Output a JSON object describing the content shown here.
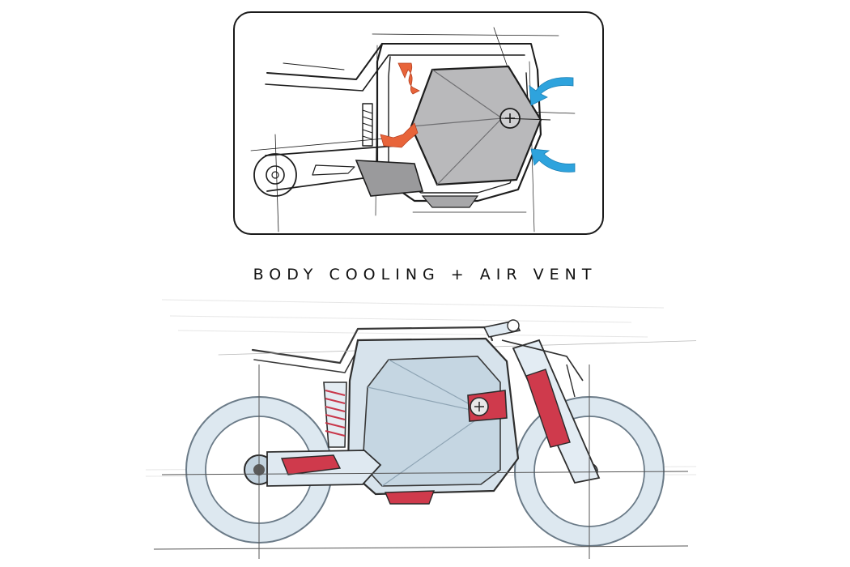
{
  "caption": "BODY COOLING + AIR VENT",
  "detail_view": {
    "hot_air_arrows": 2,
    "cool_air_arrows": 2,
    "icons": [
      "battery-plus-icon"
    ]
  },
  "colors": {
    "hot_air": "#e8643a",
    "cool_air": "#2ea3dd",
    "battery_fill": "#b9b9bb",
    "accent_red": "#d33a4b",
    "body_blue": "#c7d8e4",
    "ink": "#1d1d1d"
  }
}
